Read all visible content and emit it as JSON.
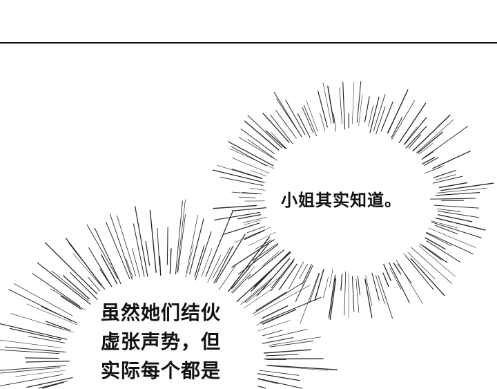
{
  "panel": {
    "bubble_top": {
      "text": "小姐其实知道。"
    },
    "bubble_bottom": {
      "lines": [
        "虽然她们结伙",
        "虚张声势，但",
        "实际每个都是"
      ]
    }
  },
  "colors": {
    "ink": "#111111",
    "paper": "#ffffff"
  }
}
